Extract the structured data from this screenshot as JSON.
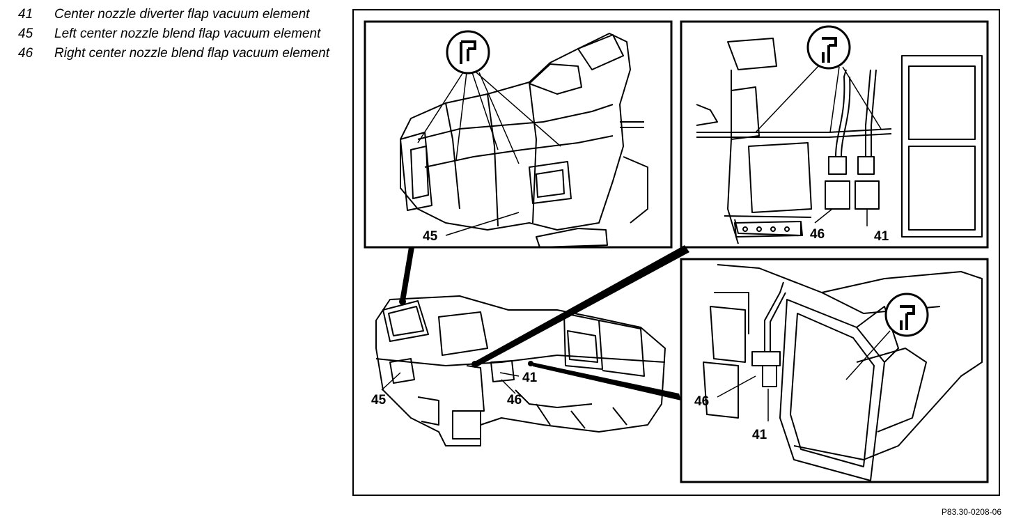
{
  "legend": [
    {
      "number": "41",
      "text": "Center nozzle diverter flap vacuum element"
    },
    {
      "number": "45",
      "text": "Left center nozzle blend flap vacuum element"
    },
    {
      "number": "46",
      "text": "Right center nozzle blend flap vacuum element"
    }
  ],
  "callouts": {
    "top_left_45": "45",
    "top_right_46": "46",
    "top_right_41": "41",
    "overview_45": "45",
    "overview_46": "46",
    "overview_41": "41",
    "bottom_right_46": "46",
    "bottom_right_41": "41"
  },
  "figure_code": "P83.30-0208-06"
}
